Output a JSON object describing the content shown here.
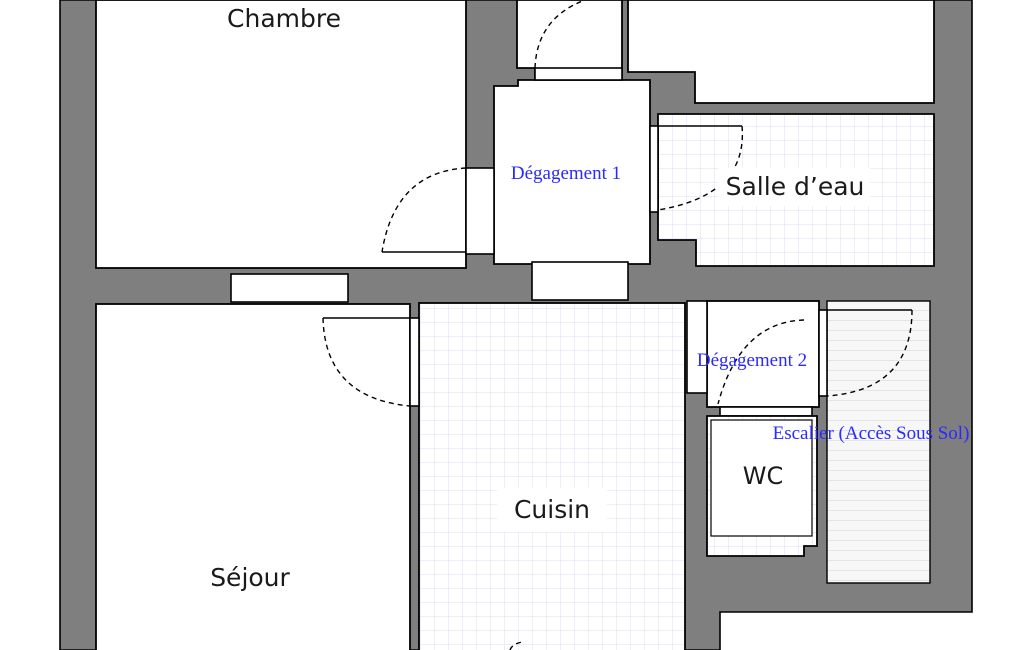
{
  "rooms": {
    "chambre": "Chambre",
    "salle_deau": "Salle d’eau",
    "sejour": "Séjour",
    "cuisine": "Cuisin",
    "wc": "WC"
  },
  "zones": {
    "degagement_1": "Dégagement 1",
    "degagement_2": "Dégagement 2",
    "escalier": "Escalier (Accès Sous Sol)"
  },
  "colors": {
    "wall": "#7f7f7f",
    "tile_grid": "#d9d9f2",
    "zone_text": "#2a2aff"
  }
}
